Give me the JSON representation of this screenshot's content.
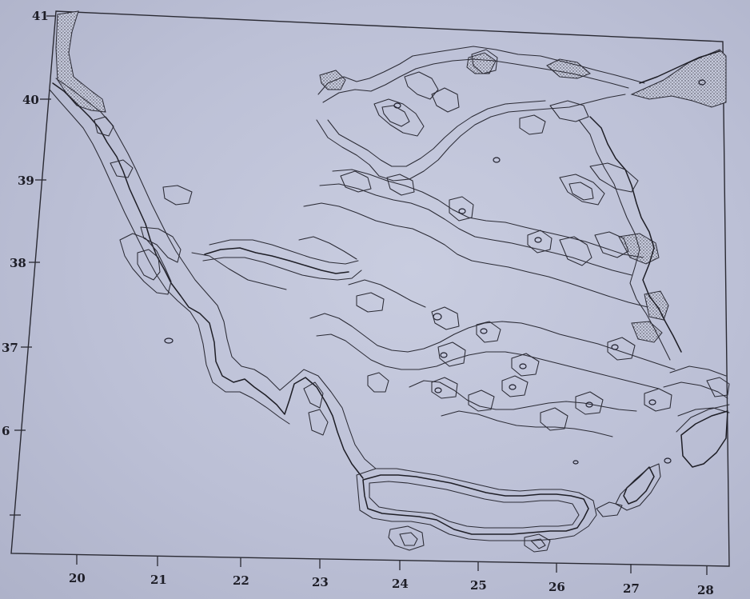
{
  "map": {
    "x_axis_labels": [
      "20",
      "21",
      "22",
      "23",
      "24",
      "25",
      "26",
      "27",
      "28"
    ],
    "y_axis_labels": [
      "41",
      "40",
      "39",
      "38",
      "37",
      "6"
    ],
    "colors": {
      "paper": "#bcc0d6",
      "ink": "#1e1e26"
    }
  }
}
